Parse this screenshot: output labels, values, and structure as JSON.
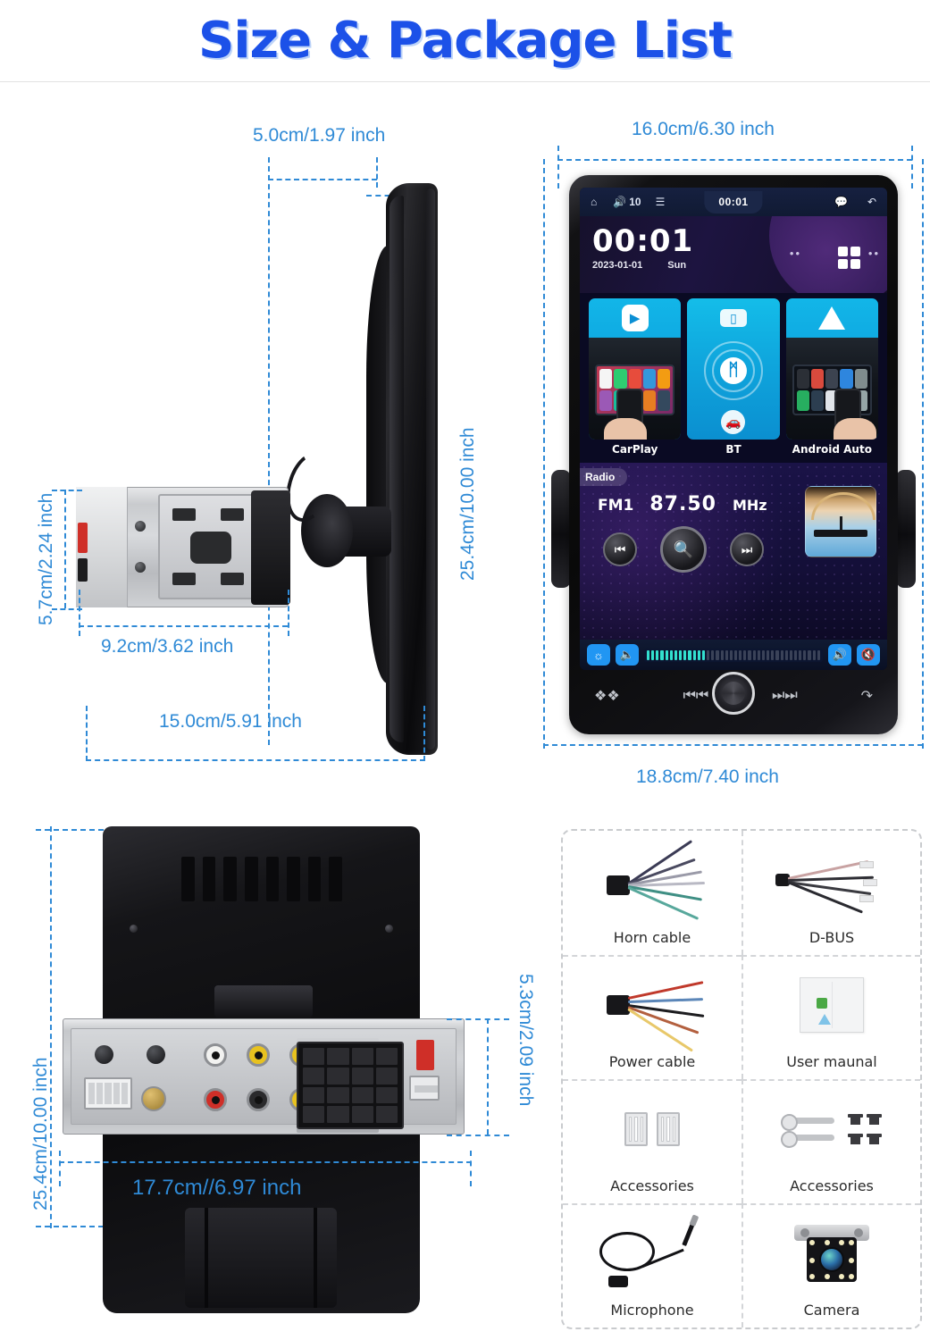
{
  "title": "Size & Package List",
  "dimensions": {
    "side_depth": "5.0cm/1.97 inch",
    "side_height": "25.4cm/10.00 inch",
    "chassis_height": "5.7cm/2.24 inch",
    "chassis_depth": "9.2cm/3.62 inch",
    "side_total_width": "15.0cm/5.91 inch",
    "front_width": "16.0cm/6.30 inch",
    "front_total_width": "18.8cm/7.40 inch",
    "rear_height": "25.4cm/10.00 inch",
    "rear_chassis_height": "5.3cm/2.09 inch",
    "rear_width": "17.7cm//6.97 inch"
  },
  "head_unit": {
    "status_bar": {
      "home_icon": "home-icon",
      "volume_icon": "volume-icon",
      "volume_level": "10",
      "equalizer_icon": "equalizer-icon",
      "time": "00:01",
      "message_icon": "message-icon",
      "back_icon": "back-arrow-icon"
    },
    "clock_widget": {
      "time": "00:01",
      "date": "2023-01-01",
      "weekday": "Sun",
      "apps_icon": "apps-grid-icon"
    },
    "tiles": [
      {
        "label": "CarPlay",
        "icon": "carplay-icon"
      },
      {
        "label": "BT",
        "icon": "bluetooth-icon",
        "top_icon": "phone-link-icon",
        "bottom_icon": "car-icon",
        "glyph": "ᛗ"
      },
      {
        "label": "Android Auto",
        "icon": "android-auto-icon"
      }
    ],
    "radio": {
      "panel_label": "Radio",
      "band": "FM1",
      "frequency": "87.50",
      "unit": "MHz",
      "prev_icon": "prev-track-icon",
      "search_icon": "search-icon",
      "next_icon": "next-track-icon",
      "album_art": "sunrise-album-art"
    },
    "volume_strip": {
      "brightness_icon": "brightness-icon",
      "volume_down_icon": "volume-down-icon",
      "volume_up_icon": "volume-up-icon",
      "mute_icon": "volume-mute-icon",
      "level_segments_on": 13,
      "level_segments_total": 38
    },
    "hard_buttons": {
      "apps_icon": "apps-button-icon",
      "rewind_icon": "rewind-icon",
      "knob_icon": "rotary-knob",
      "forward_icon": "fast-forward-icon",
      "power_icon": "power-reset-icon"
    }
  },
  "package_items": [
    {
      "label": "Horn cable",
      "icon": "horn-cable-icon"
    },
    {
      "label": "D-BUS",
      "icon": "dbus-cable-icon"
    },
    {
      "label": "Power cable",
      "icon": "power-cable-icon"
    },
    {
      "label": "User maunal",
      "icon": "user-manual-icon"
    },
    {
      "label": "Accessories",
      "icon": "mounting-cage-icon"
    },
    {
      "label": "Accessories",
      "icon": "keys-screws-icon"
    },
    {
      "label": "Microphone",
      "icon": "microphone-icon"
    },
    {
      "label": "Camera",
      "icon": "backup-camera-icon"
    }
  ],
  "colors": {
    "title_blue": "#1c51e8",
    "dimension_blue": "#2f8ad6",
    "accent_cyan": "#12b6e8",
    "tile_blue": "#2196f3"
  }
}
